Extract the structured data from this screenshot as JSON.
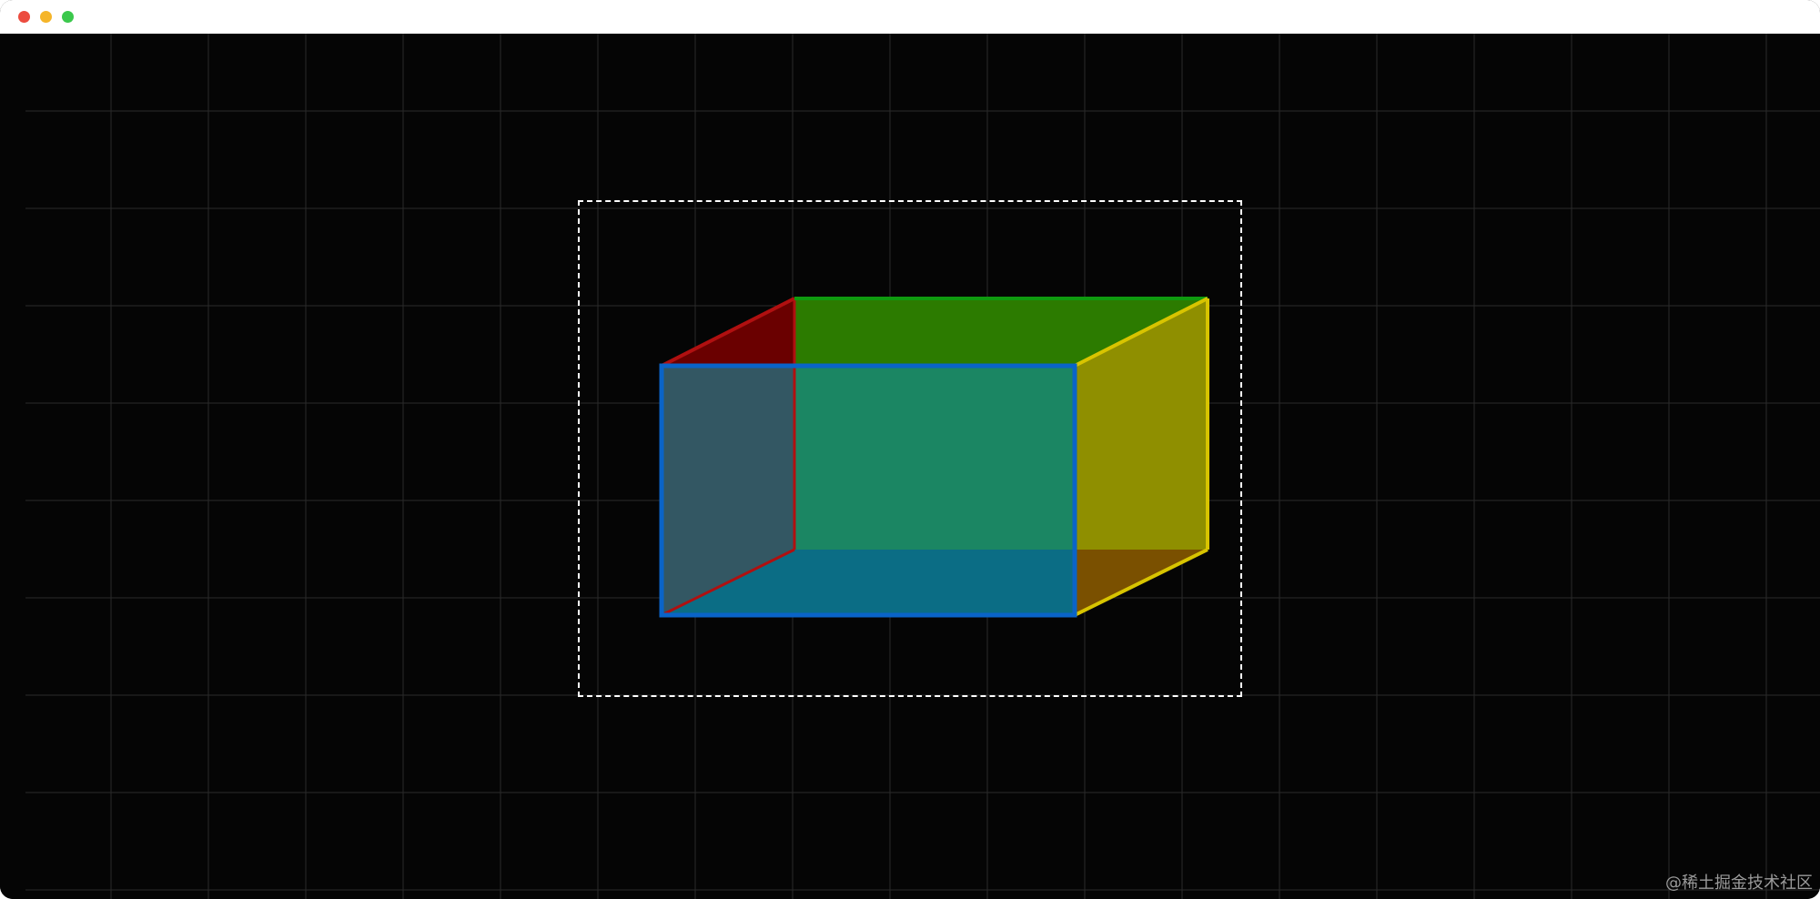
{
  "window": {
    "traffic_lights": [
      {
        "name": "close",
        "color": "#ec4c3f"
      },
      {
        "name": "minimize",
        "color": "#f5b529"
      },
      {
        "name": "maximize",
        "color": "#3bc84c"
      }
    ]
  },
  "scene": {
    "background": "#050505",
    "grid_color": "#2a2a2a",
    "selection_outline_color": "#ffffff",
    "faces": {
      "back": "#2c7b00",
      "left": "#6a0000",
      "right": "#8f8f00",
      "bottom": "#003b5a",
      "front": "rgba(18,140,160,0.62)",
      "top_right": "#7a5000"
    },
    "edge_colors": {
      "front": "#0a64c8",
      "left": "#b01010",
      "right": "#d8c400",
      "top": "#0f9a0f"
    }
  },
  "watermark": "@稀土掘金技术社区"
}
